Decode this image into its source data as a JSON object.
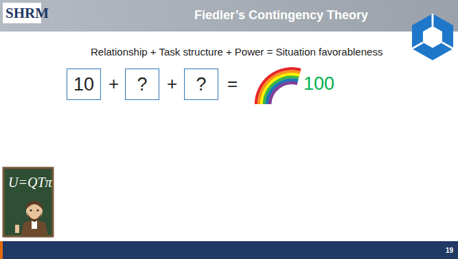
{
  "diagram": {
    "title": "Fiedler’s Contingency Theory",
    "nodes": [
      {
        "text": [
          "10"
        ]
      },
      {
        "text": [
          "?"
        ]
      },
      {
        "text": [
          "?"
        ]
      }
    ],
    "labels": [
      "SHRM",
      "Relationship + Task structure + Power = Situation favorableness",
      "+",
      "+",
      "=",
      "100",
      "U=QTπ",
      "19"
    ]
  }
}
